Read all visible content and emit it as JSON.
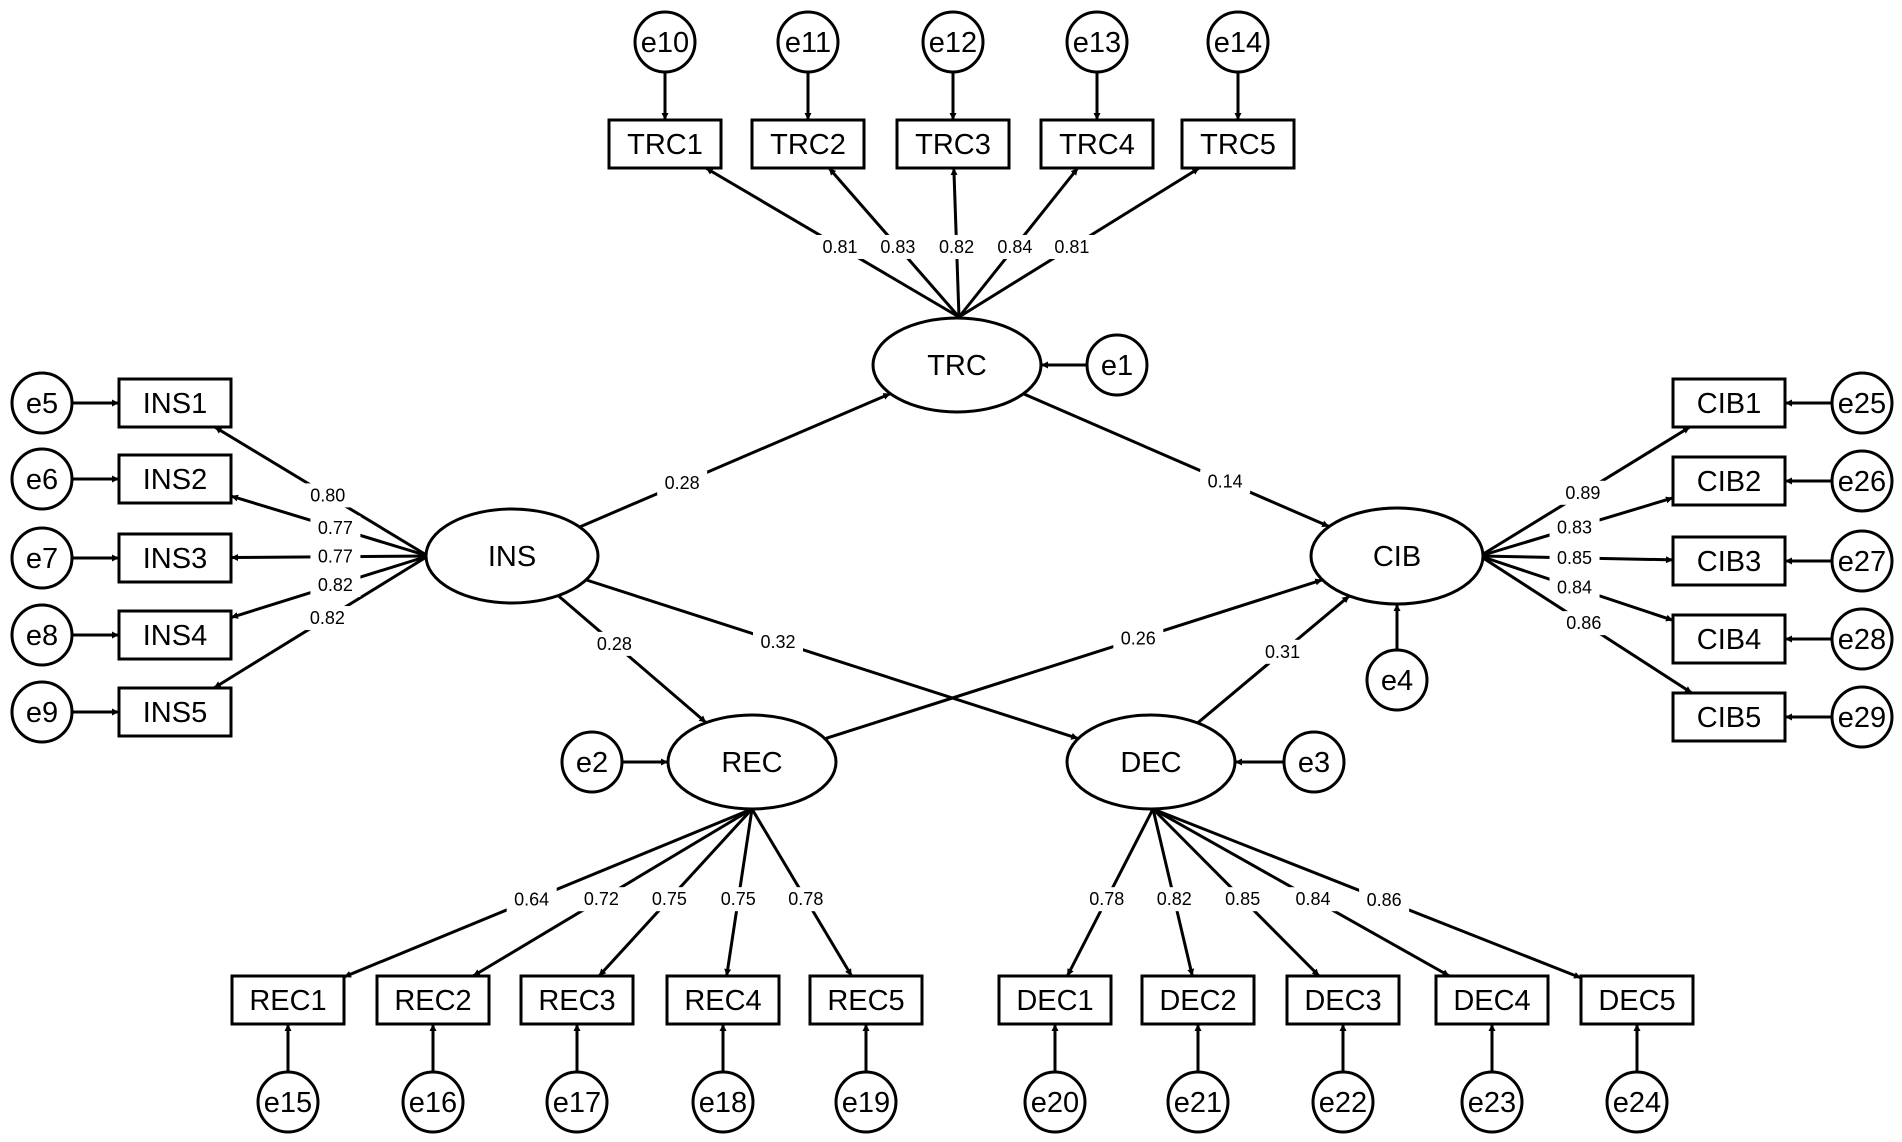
{
  "latents": [
    {
      "id": "TRC",
      "label": "TRC"
    },
    {
      "id": "INS",
      "label": "INS"
    },
    {
      "id": "CIB",
      "label": "CIB"
    },
    {
      "id": "REC",
      "label": "REC"
    },
    {
      "id": "DEC",
      "label": "DEC"
    }
  ],
  "indicators": [
    {
      "id": "TRC1",
      "label": "TRC1",
      "factor": "TRC",
      "loading": "0.81",
      "error": "e10"
    },
    {
      "id": "TRC2",
      "label": "TRC2",
      "factor": "TRC",
      "loading": "0.83",
      "error": "e11"
    },
    {
      "id": "TRC3",
      "label": "TRC3",
      "factor": "TRC",
      "loading": "0.82",
      "error": "e12"
    },
    {
      "id": "TRC4",
      "label": "TRC4",
      "factor": "TRC",
      "loading": "0.84",
      "error": "e13"
    },
    {
      "id": "TRC5",
      "label": "TRC5",
      "factor": "TRC",
      "loading": "0.81",
      "error": "e14"
    },
    {
      "id": "INS1",
      "label": "INS1",
      "factor": "INS",
      "loading": "0.80",
      "error": "e5"
    },
    {
      "id": "INS2",
      "label": "INS2",
      "factor": "INS",
      "loading": "0.77",
      "error": "e6"
    },
    {
      "id": "INS3",
      "label": "INS3",
      "factor": "INS",
      "loading": "0.77",
      "error": "e7"
    },
    {
      "id": "INS4",
      "label": "INS4",
      "factor": "INS",
      "loading": "0.82",
      "error": "e8"
    },
    {
      "id": "INS5",
      "label": "INS5",
      "factor": "INS",
      "loading": "0.82",
      "error": "e9"
    },
    {
      "id": "CIB1",
      "label": "CIB1",
      "factor": "CIB",
      "loading": "0.89",
      "error": "e25"
    },
    {
      "id": "CIB2",
      "label": "CIB2",
      "factor": "CIB",
      "loading": "0.83",
      "error": "e26"
    },
    {
      "id": "CIB3",
      "label": "CIB3",
      "factor": "CIB",
      "loading": "0.85",
      "error": "e27"
    },
    {
      "id": "CIB4",
      "label": "CIB4",
      "factor": "CIB",
      "loading": "0.84",
      "error": "e28"
    },
    {
      "id": "CIB5",
      "label": "CIB5",
      "factor": "CIB",
      "loading": "0.86",
      "error": "e29"
    },
    {
      "id": "REC1",
      "label": "REC1",
      "factor": "REC",
      "loading": "0.64",
      "error": "e15"
    },
    {
      "id": "REC2",
      "label": "REC2",
      "factor": "REC",
      "loading": "0.72",
      "error": "e16"
    },
    {
      "id": "REC3",
      "label": "REC3",
      "factor": "REC",
      "loading": "0.75",
      "error": "e17"
    },
    {
      "id": "REC4",
      "label": "REC4",
      "factor": "REC",
      "loading": "0.75",
      "error": "e18"
    },
    {
      "id": "REC5",
      "label": "REC5",
      "factor": "REC",
      "loading": "0.78",
      "error": "e19"
    },
    {
      "id": "DEC1",
      "label": "DEC1",
      "factor": "DEC",
      "loading": "0.78",
      "error": "e20"
    },
    {
      "id": "DEC2",
      "label": "DEC2",
      "factor": "DEC",
      "loading": "0.82",
      "error": "e21"
    },
    {
      "id": "DEC3",
      "label": "DEC3",
      "factor": "DEC",
      "loading": "0.85",
      "error": "e22"
    },
    {
      "id": "DEC4",
      "label": "DEC4",
      "factor": "DEC",
      "loading": "0.84",
      "error": "e23"
    },
    {
      "id": "DEC5",
      "label": "DEC5",
      "factor": "DEC",
      "loading": "0.86",
      "error": "e24"
    }
  ],
  "latent_errors": [
    {
      "id": "e1",
      "label": "e1",
      "target": "TRC"
    },
    {
      "id": "e2",
      "label": "e2",
      "target": "REC"
    },
    {
      "id": "e3",
      "label": "e3",
      "target": "DEC"
    },
    {
      "id": "e4",
      "label": "e4",
      "target": "CIB"
    }
  ],
  "paths": [
    {
      "from": "INS",
      "to": "TRC",
      "coef": "0.28"
    },
    {
      "from": "TRC",
      "to": "CIB",
      "coef": "0.14"
    },
    {
      "from": "INS",
      "to": "REC",
      "coef": "0.28"
    },
    {
      "from": "INS",
      "to": "DEC",
      "coef": "0.32"
    },
    {
      "from": "REC",
      "to": "CIB",
      "coef": "0.26"
    },
    {
      "from": "DEC",
      "to": "CIB",
      "coef": "0.31"
    }
  ]
}
